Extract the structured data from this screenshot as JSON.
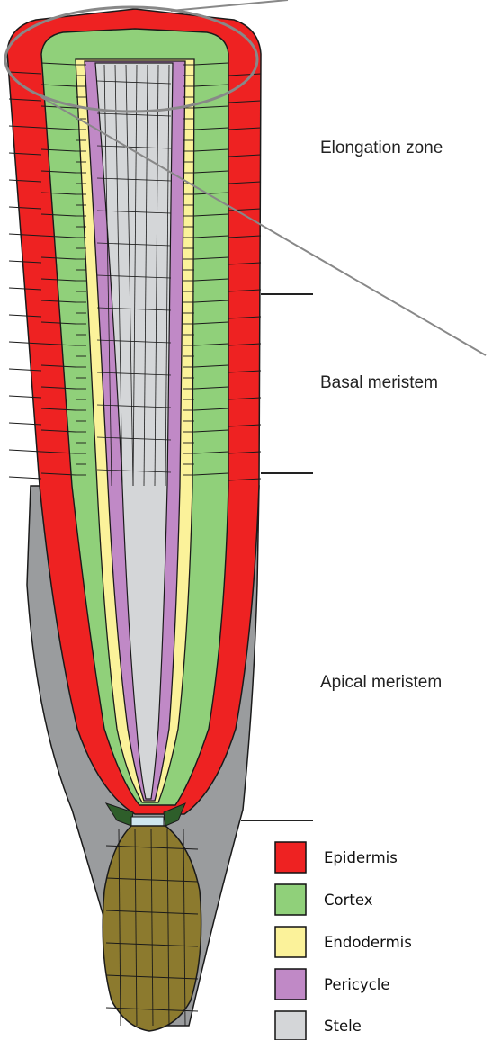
{
  "zones": [
    {
      "id": "elongation",
      "label": "Elongation zone"
    },
    {
      "id": "basal",
      "label": "Basal meristem"
    },
    {
      "id": "apical",
      "label": "Apical meristem"
    }
  ],
  "tissues": [
    {
      "id": "epidermis",
      "label": "Epidermis",
      "color": "#ee2222"
    },
    {
      "id": "cortex",
      "label": "Cortex",
      "color": "#90d07a"
    },
    {
      "id": "endodermis",
      "label": "Endodermis",
      "color": "#fbf29a"
    },
    {
      "id": "pericycle",
      "label": "Pericycle",
      "color": "#c089c6"
    },
    {
      "id": "stele",
      "label": "Stele",
      "color": "#d4d6d8"
    }
  ],
  "other_colors": {
    "lateral_root_cap": "#9a9c9e",
    "columella": "#8c7a2e",
    "quiescent_center": "#cfe7ef",
    "stem_cells": "#2e5e2a"
  }
}
